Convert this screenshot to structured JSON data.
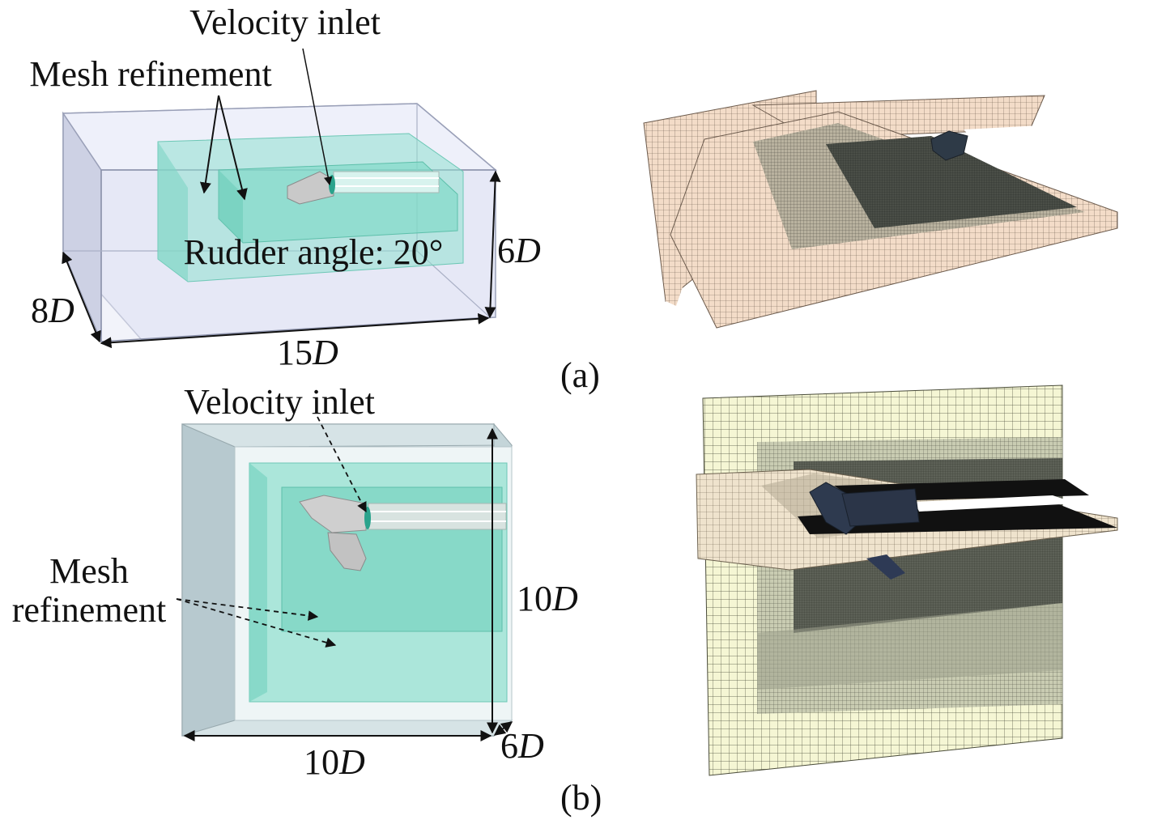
{
  "panel_a": {
    "velocity_inlet": "Velocity inlet",
    "mesh_refinement": "Mesh refinement",
    "rudder_angle": "Rudder angle: 20°",
    "dim_height": {
      "num": "6",
      "unit": "D"
    },
    "dim_depth": {
      "num": "8",
      "unit": "D"
    },
    "dim_length": {
      "num": "15",
      "unit": "D"
    },
    "caption": "(a)"
  },
  "panel_b": {
    "velocity_inlet": "Velocity inlet",
    "mesh_line1": "Mesh",
    "mesh_line2": "refinement",
    "dim_height": {
      "num": "10",
      "unit": "D"
    },
    "dim_width": {
      "num": "10",
      "unit": "D"
    },
    "dim_depth": {
      "num": "6",
      "unit": "D"
    },
    "caption": "(b)"
  },
  "colors": {
    "domain_fill": "#dfe2f2",
    "refine_fill": "#8fe0cf",
    "mesh_a": "#f3dcc8",
    "mesh_b": "#f5f6d4",
    "mesh_dark": "#3a3f3a"
  }
}
